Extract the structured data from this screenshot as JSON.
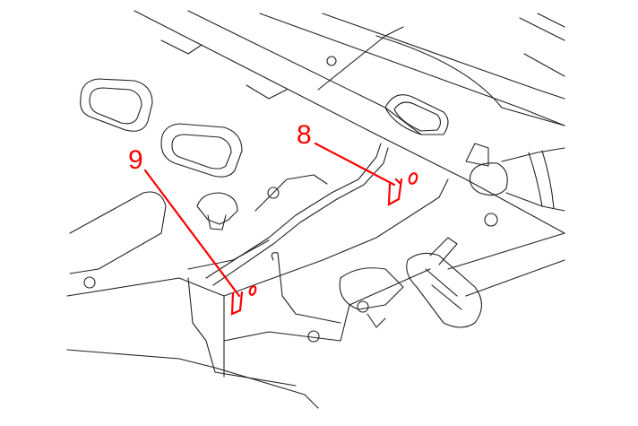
{
  "diagram": {
    "callouts": [
      {
        "id": "8",
        "label": "8"
      },
      {
        "id": "9",
        "label": "9"
      }
    ],
    "colors": {
      "callout": "#ff0000",
      "line": "#222222",
      "background": "#ffffff"
    }
  }
}
